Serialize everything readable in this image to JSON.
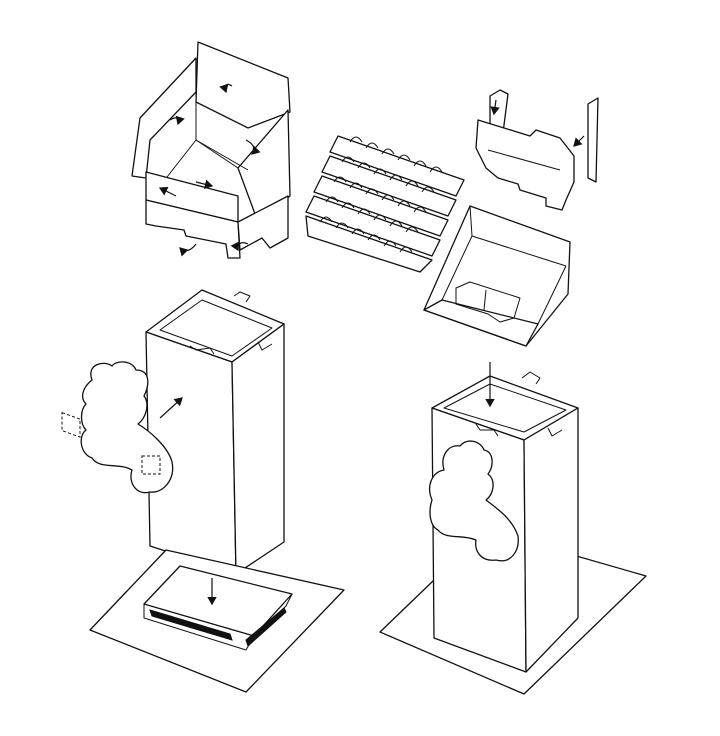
{
  "diagram": {
    "background": "#ffffff",
    "line_color": "#111111",
    "parts": [
      {
        "name": "folding-header-tray",
        "icon": "header-tray-flaps-icon"
      },
      {
        "name": "corrugated-divider-insert",
        "icon": "divider-grid-icon"
      },
      {
        "name": "side-clip-strips",
        "icon": "clip-strip-icon"
      },
      {
        "name": "angled-header-tray",
        "icon": "angled-tray-icon"
      },
      {
        "name": "display-column-with-graphic",
        "icon": "column-graphic-icon"
      },
      {
        "name": "base-plate-with-foot-tray",
        "icon": "base-plate-icon"
      },
      {
        "name": "assembled-display-unit",
        "icon": "assembled-display-icon"
      }
    ]
  }
}
